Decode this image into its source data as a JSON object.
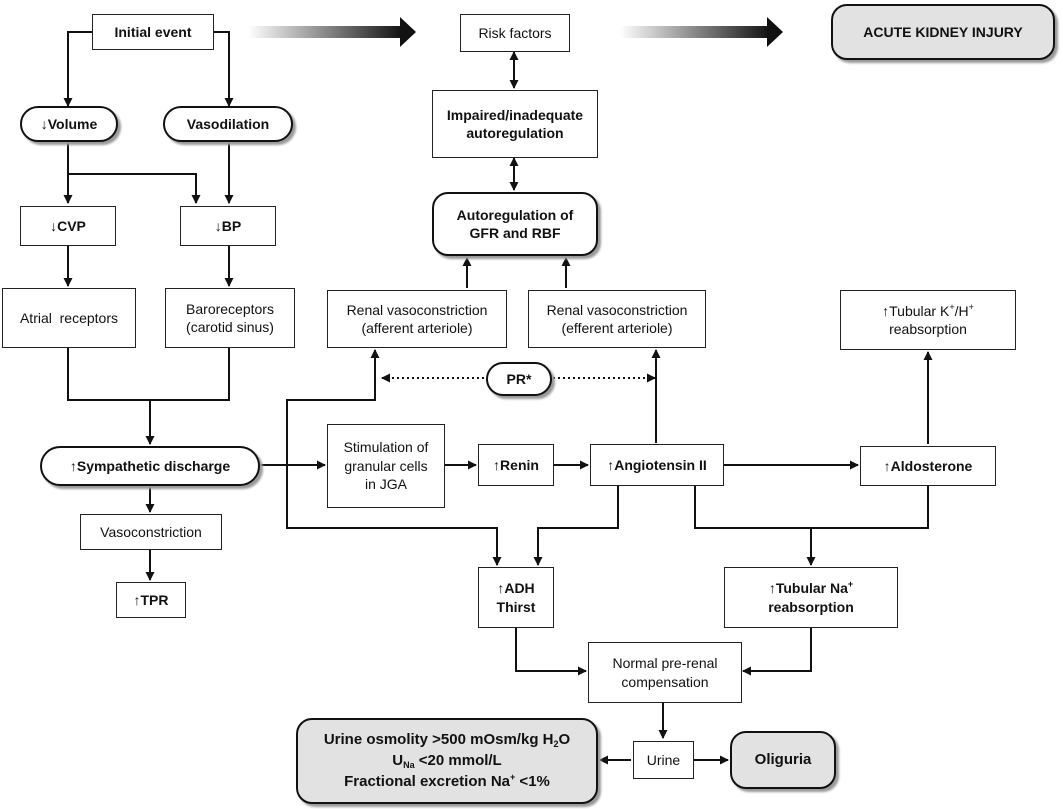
{
  "header": {
    "initial_event": "Initial event",
    "risk_factors": "Risk factors",
    "aki": "ACUTE KIDNEY INJURY"
  },
  "left": {
    "volume": "↓Volume",
    "vasodilation": "Vasodilation",
    "cvp": "↓CVP",
    "bp": "↓BP",
    "atrial": "Atrial  receptors",
    "baro_1": "Baroreceptors",
    "baro_2": "(carotid sinus)",
    "sympathetic": "↑Sympathetic discharge",
    "vasoconstriction": "Vasoconstriction",
    "tpr": "↑TPR"
  },
  "center": {
    "impaired_1": "Impaired/inadequate",
    "impaired_2": "autoregulation",
    "autoreg_1": "Autoregulation of",
    "autoreg_2": "GFR and RBF",
    "renal_aff_1": "Renal vasoconstriction",
    "renal_aff_2": "(afferent arteriole)",
    "renal_eff_1": "Renal vasoconstriction",
    "renal_eff_2": "(efferent arteriole)",
    "pr": "PR*",
    "stim_1": "Stimulation of",
    "stim_2": "granular cells",
    "stim_3": "in JGA",
    "renin": "↑Renin",
    "angiotensin": "↑Angiotensin II",
    "adh_1": "↑ADH",
    "adh_2": "Thirst"
  },
  "right": {
    "tubular_k_pre": "↑Tubular K",
    "tubular_k_sup1": "+",
    "tubular_k_mid": "/H",
    "tubular_k_sup2": "+",
    "tubular_k_2": "reabsorption",
    "aldosterone": "↑Aldosterone",
    "tubular_na_pre": "↑Tubular Na",
    "tubular_na_sup": "+",
    "tubular_na_2": "reabsorption",
    "normal_1": "Normal pre-renal",
    "normal_2": "compensation"
  },
  "bottom": {
    "urine_osm_pre": "Urine osmolity >500 mOsm/kg H",
    "urine_osm_sub": "2",
    "urine_osm_post": "O",
    "una_u": "U",
    "una_sub": "Na",
    "una_post": " <20 mmol/L",
    "fe_pre": "Fractional excretion Na",
    "fe_sup": "+",
    "fe_post": " <1%",
    "urine": "Urine",
    "oliguria": "Oliguria"
  }
}
